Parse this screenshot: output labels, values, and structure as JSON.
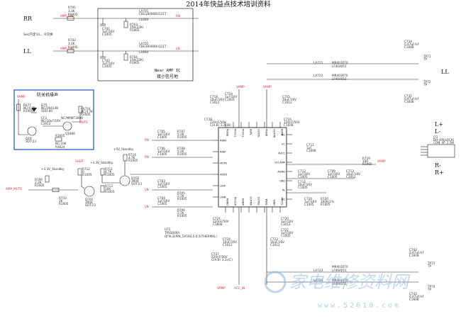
{
  "title": "2014年快益点技术培训资料",
  "outputs_left": {
    "rr": "RR",
    "ll": "LL",
    "note": "Sec内定义L、R交换"
  },
  "outputs_right": {
    "ll": "LL",
    "l_plus": "L+",
    "l_minus": "L-",
    "r_minus": "R-",
    "r_plus": "R+"
  },
  "near_box": {
    "label1": "Near AMP IC",
    "label2": "接小信号地"
  },
  "pop_box": {
    "title": "防关机噪声"
  },
  "nets": {
    "amp_rin": "AMP_RIN",
    "amp_lin": "AMP_LIN",
    "rn": "RN",
    "ln": "LN",
    "amp_mute": "AMP_MUTE",
    "standby": "+3.3V_Standby",
    "standby2": "+5V_Standby",
    "vamp": "VAMP",
    "vcc_in": "VCC_IN",
    "mute": "MUTE"
  },
  "ic": {
    "ref": "U71",
    "part1": "TAS5609A",
    "part2": "QFN-32PIN_5X5X0.5-0.5(THERMAL)",
    "left_pins": [
      "RINN",
      "RINP",
      "MUTE",
      "AVDD",
      "LINP",
      "LINN"
    ],
    "right_pins": [
      "NC",
      "VC",
      "AVCC",
      "VCLAMP",
      "AGND",
      "VBG",
      "PL",
      "NC"
    ],
    "top_pins": [
      "PGND",
      "PVCCL",
      "PVCCL",
      "BSPL",
      "OUTPL",
      "PGND",
      "OUTPR",
      "BSPR"
    ],
    "bottom_pins": [
      "PGND",
      "PVCCR",
      "BSNR",
      "OUTNR",
      "OUTNL",
      "BSNL",
      "GND",
      "PVCCL"
    ]
  },
  "parts": {
    "r701": [
      "R701",
      "3.3K",
      "R1005"
    ],
    "r702": [
      "R702",
      "3.3K",
      "R1005"
    ],
    "r703": [
      "R703",
      "15K(22K)",
      "R1005"
    ],
    "r704": [
      "R704",
      "15K(22K)",
      "R1005"
    ],
    "c701": [
      "C701",
      "1uF/16V",
      "C1005"
    ],
    "c702": [
      "C702",
      "1uF/16V",
      "C1005"
    ],
    "la701": [
      "LA701",
      "CBG160808U121T",
      "L1608"
    ],
    "la702": [
      "LA702",
      "CBG160808U121T",
      "L1608"
    ],
    "ra77": [
      "RA77",
      "NC/4.7K",
      "R1005"
    ],
    "d75": [
      "D75",
      "NC/1N4148",
      "SOD-80"
    ],
    "cf3": [
      "CF3",
      "NC/10uF/16V",
      "C3012"
    ],
    "q19": [
      "Q19",
      "SOT-23"
    ],
    "q1806": [
      "NC/MMBT3906",
      "Q1806"
    ],
    "r1624": [
      "R1624"
    ],
    "ra716": [
      "RA716",
      "NC/4.7K",
      "R1005"
    ],
    "r1605": [
      "R1605",
      "NC/33K"
    ],
    "r709": [
      "R709",
      "2.2K",
      "R1005"
    ],
    "r710": [
      "R710",
      "1K",
      "R1005"
    ],
    "r712": [
      "R712",
      "0",
      "R1005"
    ],
    "q701": [
      "Q701",
      "3904",
      "SOT-23"
    ],
    "r711": [
      "R711",
      "4.7K",
      "R1005"
    ],
    "r713": [
      "R713",
      "10K",
      "R1005"
    ],
    "r714": [
      "R714",
      "4.7K",
      "R1005"
    ],
    "q702": [
      "Q702",
      "3904",
      "SOT-23"
    ],
    "c705": [
      "C705",
      "1uF/16V",
      "C1005"
    ],
    "c706": [
      "C706",
      "1uF/16V",
      "C1005"
    ],
    "c703": [
      "C703",
      "1uF/16V",
      "C1005"
    ],
    "c704": [
      "C704",
      "1uF/16V",
      "C1005"
    ],
    "r707": [
      "R707",
      "5.1K",
      "R1005"
    ],
    "r708": [
      "R708",
      "5.1K",
      "R1005"
    ],
    "r705": [
      "R705",
      "5.1K",
      "R1005"
    ],
    "r706": [
      "R706",
      "5.1K",
      "R1005"
    ],
    "c707": [
      "C707",
      "1uF/16V",
      "C1005"
    ],
    "c708": [
      "C708",
      "1uF/16V",
      "C1005"
    ],
    "c718": [
      "C718",
      "10uF/16V",
      "C3012"
    ],
    "c719": [
      "C719",
      "1uF/16V",
      "C1005"
    ],
    "c715": [
      "C715",
      "10uF/16V",
      "C3012"
    ],
    "c728": [
      "C728",
      "220nF/50V",
      "C(A.B) 3.2x(B)"
    ],
    "c716": [
      "C716",
      "220nF/50V",
      "C1608"
    ],
    "c711": [
      "C711",
      "1uF",
      "C1608"
    ],
    "r719": [
      "R719",
      "100",
      "R1005"
    ],
    "c712": [
      "C712",
      "1uF/16V",
      "C1005"
    ],
    "c709": [
      "C709",
      "1uF/16V",
      "C1005"
    ],
    "c713": [
      "C713",
      "10uF/16V",
      "C3012"
    ],
    "c714": [
      "C714",
      "10uF/16V",
      "C1005"
    ],
    "r720": [
      "R720",
      "100K/1%",
      "R1005"
    ],
    "c710": [
      "C710",
      "1uF/16V",
      "C1005"
    ],
    "c721": [
      "C721",
      "220nF/50V",
      "C1608"
    ],
    "c720": [
      "C720",
      "1uF/16V",
      "C3012"
    ],
    "c722": [
      "C722",
      "1uF/16V",
      "C1005"
    ],
    "c723": [
      "C723",
      "10uF/16V",
      "C3012"
    ],
    "c724": [
      "C724",
      "10uF/16V",
      "C3012"
    ],
    "c727": [
      "C727",
      "220nF/50V",
      "C(A.B) 3.2x(C)"
    ],
    "la721": [
      "LA721",
      "MR403070",
      "LF404051"
    ],
    "la722": [
      "LA722",
      "MR403070",
      "LF404051"
    ],
    "la723": [
      "LA723",
      "MR403070",
      "LF404051"
    ],
    "la724": [
      "LA724",
      "MR403070",
      "LF404051"
    ],
    "c734": [
      "C734",
      "0.47uF/nF",
      "C1608"
    ],
    "c735": [
      "C735",
      "0.47uF/nF",
      "C1608"
    ],
    "c742": [
      "C742",
      "0.47uF/nF",
      "C1608"
    ],
    "c743": [
      "C743",
      "0.47uF/nF",
      "C1608"
    ],
    "tp71": [
      "TP71",
      "TP"
    ],
    "tp72": [
      "TP72",
      "TP"
    ],
    "tp73": [
      "TP73",
      "TP"
    ],
    "tp74": [
      "TP74",
      "TP"
    ],
    "j72": [
      "J72",
      "BH-(4N)LOCK)",
      "CON_4P_2.5M"
    ]
  },
  "watermark": {
    "text": "家电维修资料网",
    "url": "www.52010.com"
  }
}
